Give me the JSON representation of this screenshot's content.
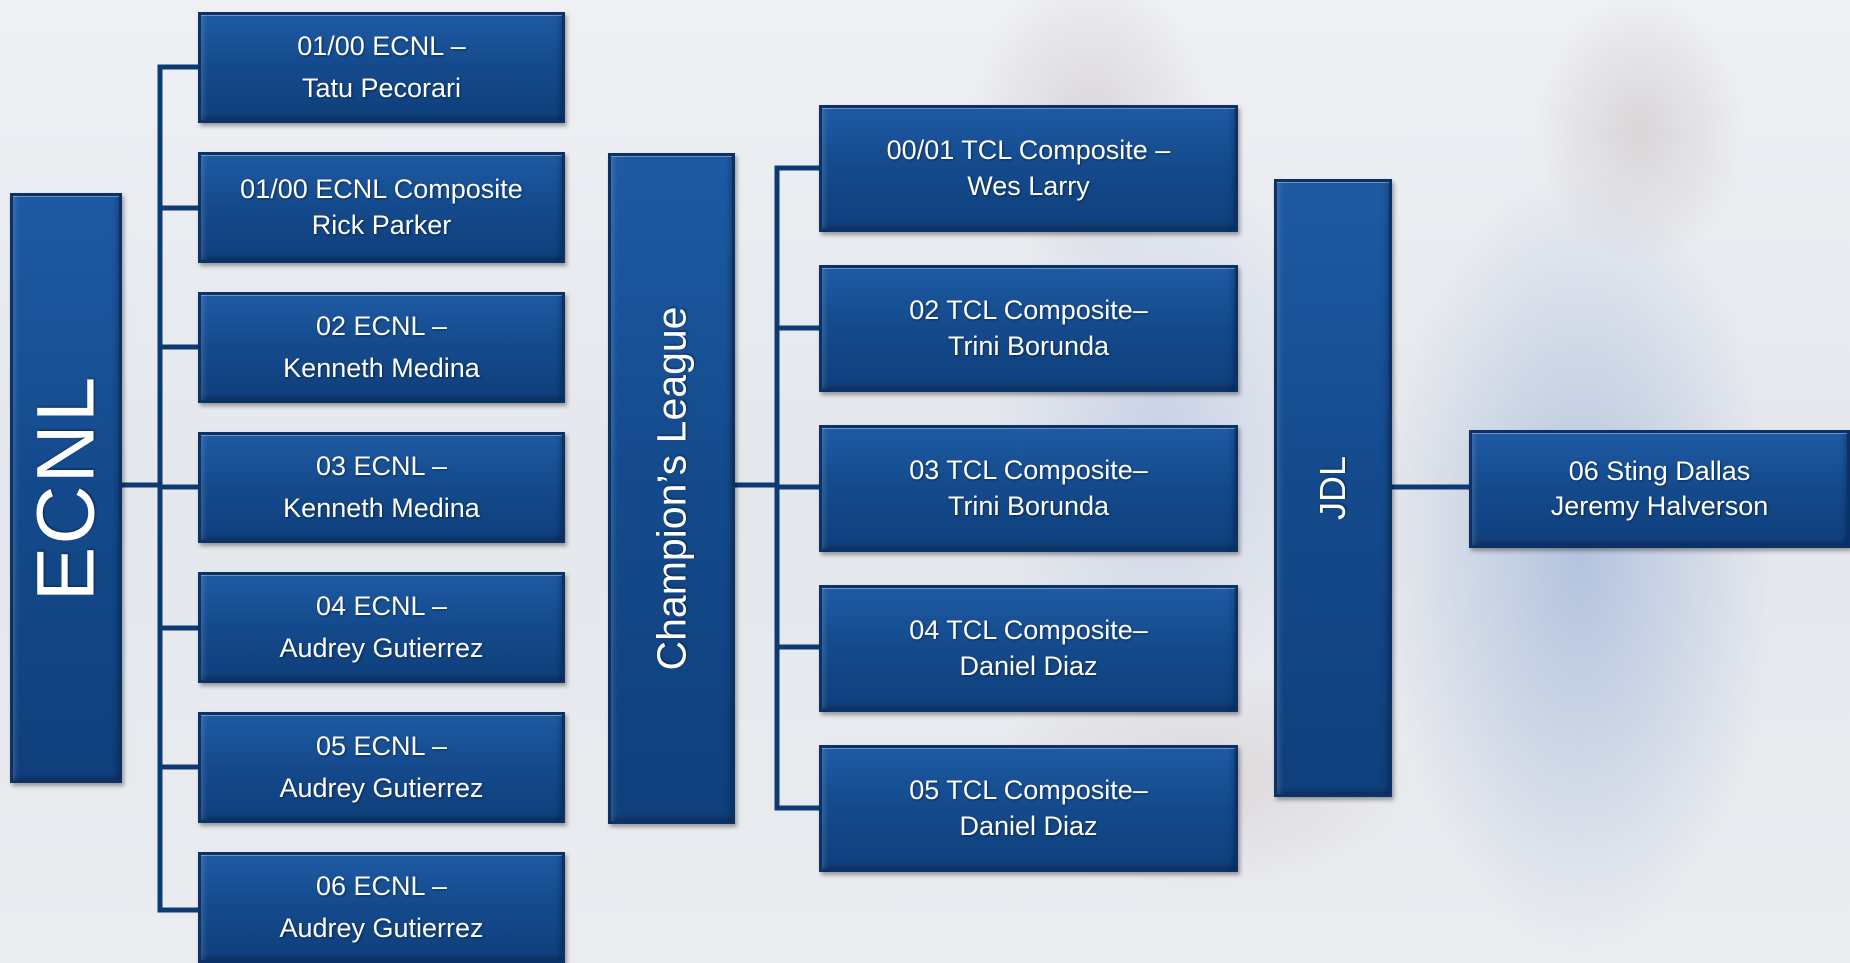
{
  "groups": {
    "ecnl": {
      "label": "ECNL",
      "teams": [
        {
          "line1": "01/00 ECNL –",
          "line2": "Tatu Pecorari"
        },
        {
          "line1": "01/00  ECNL Composite",
          "line2": "Rick Parker"
        },
        {
          "line1": "02 ECNL –",
          "line2": "Kenneth Medina"
        },
        {
          "line1": "03 ECNL –",
          "line2": "Kenneth Medina"
        },
        {
          "line1": "04 ECNL –",
          "line2": "Audrey Gutierrez"
        },
        {
          "line1": "05 ECNL –",
          "line2": "Audrey Gutierrez"
        },
        {
          "line1": "06 ECNL –",
          "line2": "Audrey Gutierrez"
        }
      ]
    },
    "champions_league": {
      "label": "Champion’s League",
      "teams": [
        {
          "line1": "00/01 TCL Composite –",
          "line2": "Wes Larry"
        },
        {
          "line1": "02 TCL Composite–",
          "line2": "Trini Borunda"
        },
        {
          "line1": "03 TCL Composite–",
          "line2": "Trini Borunda"
        },
        {
          "line1": "04 TCL Composite–",
          "line2": "Daniel Diaz"
        },
        {
          "line1": "05 TCL Composite–",
          "line2": "Daniel Diaz"
        }
      ]
    },
    "jdl": {
      "label": "JDL",
      "teams": [
        {
          "line1": "06 Sting Dallas",
          "line2": "Jeremy Halverson"
        }
      ]
    }
  },
  "colors": {
    "box_fill": "#144a8c",
    "box_border": "#0b3166",
    "connector": "#0e3a73",
    "text": "#ffffff"
  }
}
